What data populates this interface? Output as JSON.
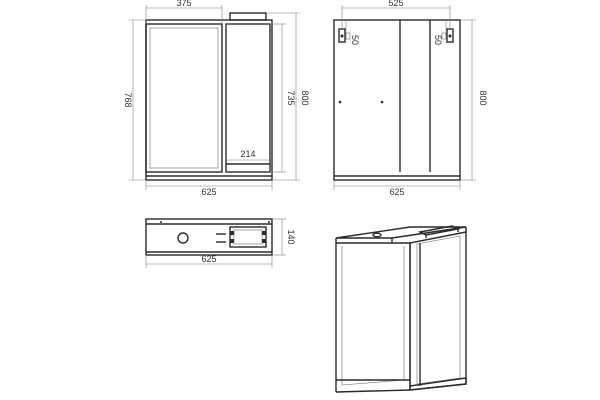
{
  "front_view": {
    "dims": {
      "top_width": "375",
      "height_left": "768",
      "height_right": "735",
      "height_overall": "800",
      "shelf_width": "214",
      "bottom_width": "625"
    }
  },
  "back_view": {
    "dims": {
      "top_width": "525",
      "hanger_left": "50",
      "hanger_right": "50",
      "height": "800",
      "bottom_width": "625"
    }
  },
  "top_view": {
    "dims": {
      "depth": "140",
      "width": "625"
    }
  },
  "colors": {
    "line": "#2a2a2a",
    "dimension": "#808080",
    "background": "#ffffff"
  }
}
